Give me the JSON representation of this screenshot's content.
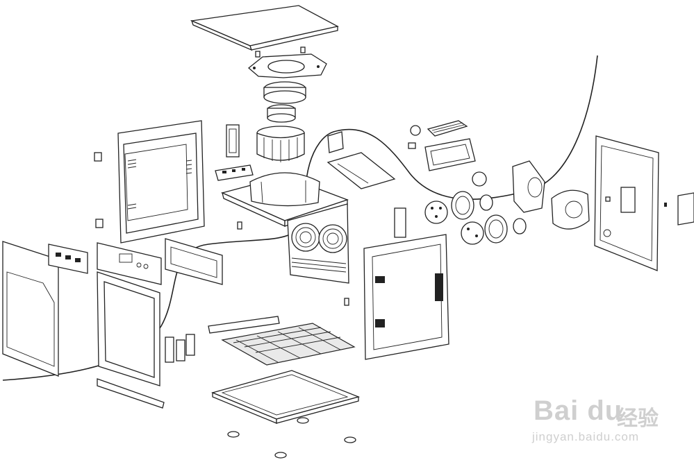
{
  "diagram": {
    "type": "exploded-assembly-drawing",
    "parts": [
      "top-cover-plate",
      "gasket-ring-plate",
      "blower-fan-assembly",
      "left-side-panel",
      "right-side-panel",
      "rear-panel",
      "control-circuit-board",
      "fan-housing",
      "double-fan-back-panel",
      "front-door-panel",
      "front-door-frame",
      "control-panel-strip",
      "display-board",
      "front-trim-bracket",
      "bottom-heating-tray",
      "rack-grid",
      "bottom-base-plate",
      "bottom-trim-bar",
      "heater-element-assembly",
      "cross-flow-fan-assembly",
      "rubber-feet",
      "wiring-harness"
    ],
    "colors": {
      "line": "#222222",
      "background": "#ffffff",
      "watermark": "#cfcfcf"
    }
  },
  "watermark": {
    "brand": "Bai du",
    "cn": "经验",
    "url": "jingyan.baidu.com"
  }
}
